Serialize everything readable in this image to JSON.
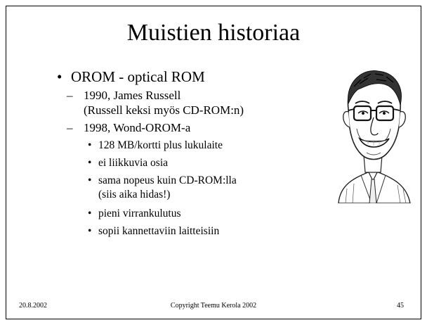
{
  "slide": {
    "title": "Muistien historiaa",
    "bullets": {
      "l1_marker": "•",
      "l1_text": "OROM - optical ROM",
      "l2_marker": "–",
      "l2a_line1": "1990, James Russell",
      "l2a_line2": "(Russell keksi myös CD-ROM:n)",
      "l2b": "1998, Wond-OROM-a",
      "l3_marker": "•",
      "l3_items": [
        "128 MB/kortti plus lukulaite",
        "ei liikkuvia osia",
        "sama nopeus kuin CD-ROM:lla",
        "(siis aika hidas!)",
        "pieni virrankulutus",
        "sopii kannettaviin laitteisiin"
      ]
    },
    "footer": {
      "date": "20.8.2002",
      "copyright": "Copyright Teemu Kerola 2002",
      "page_number": "45"
    }
  }
}
